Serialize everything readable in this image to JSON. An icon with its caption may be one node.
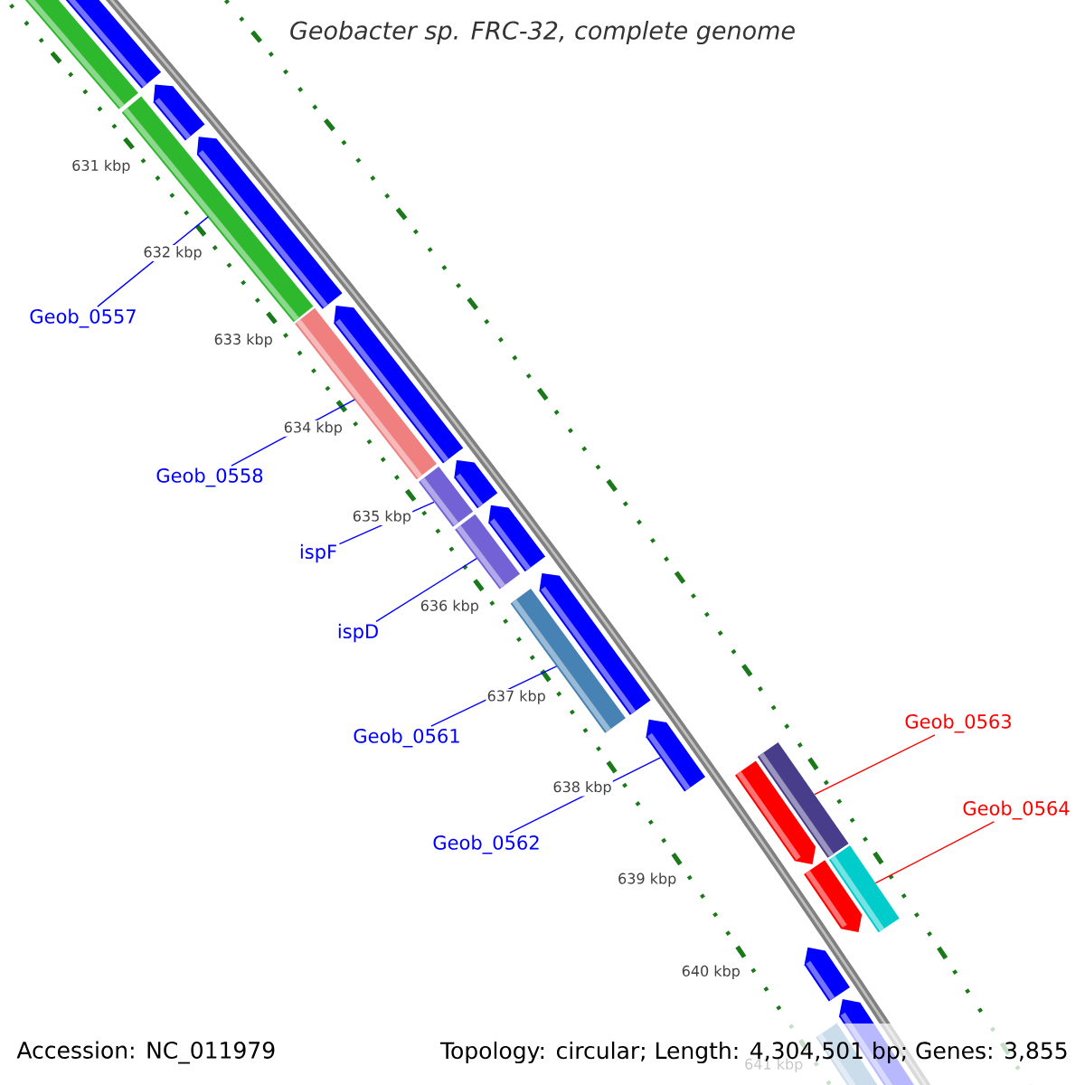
{
  "diagram": {
    "title": "Geobacter sp. FRC-32, complete genome",
    "nodes": [
      {
        "text": [
          "Geob_0557"
        ]
      },
      {
        "text": [
          "Geob_0558"
        ]
      },
      {
        "text": [
          "ispF"
        ]
      },
      {
        "text": [
          "ispD"
        ]
      },
      {
        "text": [
          "Geob_0561"
        ]
      },
      {
        "text": [
          "Geob_0562"
        ]
      },
      {
        "text": [
          "Geob_0563"
        ]
      },
      {
        "text": [
          "Geob_0564"
        ]
      },
      {
        "text": [],
        "shape": "bar"
      },
      {
        "text": [],
        "shape": "bar"
      },
      {
        "text": [],
        "shape": "bar"
      },
      {
        "text": [],
        "shape": "bar"
      },
      {
        "text": [],
        "shape": "bar"
      },
      {
        "text": [],
        "shape": "bar"
      },
      {
        "text": [],
        "shape": "bar"
      },
      {
        "text": [],
        "shape": "bar"
      },
      {
        "text": [],
        "shape": "bar"
      },
      {
        "text": [],
        "shape": "bar"
      },
      {
        "text": [],
        "shape": "bar"
      },
      {
        "text": [],
        "shape": "bar"
      },
      {
        "text": [],
        "shape": "bar"
      },
      {
        "text": [],
        "shape": "bar"
      },
      {
        "text": [],
        "shape": "bar"
      },
      {
        "text": [],
        "shape": "bar"
      },
      {
        "text": [],
        "shape": "bar"
      },
      {
        "text": [],
        "shape": "bar"
      },
      {
        "text": [],
        "shape": "bar"
      },
      {
        "text": [],
        "shape": "bar"
      },
      {
        "text": [],
        "shape": "bar"
      }
    ],
    "edges": [
      {
        "from": 0,
        "to": 11,
        "arrow": "none"
      },
      {
        "from": 1,
        "to": 13,
        "arrow": "none"
      },
      {
        "from": 2,
        "to": 15,
        "arrow": "none"
      },
      {
        "from": 3,
        "to": 17,
        "arrow": "none"
      },
      {
        "from": 4,
        "to": 20,
        "arrow": "none"
      },
      {
        "from": 5,
        "to": 21,
        "arrow": "none"
      },
      {
        "from": 6,
        "to": 22,
        "arrow": "none",
        "color": "#ff0000"
      },
      {
        "from": 7,
        "to": 24,
        "arrow": "none",
        "color": "#ff0000"
      }
    ],
    "labels": [
      "631 kbp",
      "632 kbp",
      "633 kbp",
      "634 kbp",
      "635 kbp",
      "636 kbp",
      "637 kbp",
      "638 kbp",
      "639 kbp",
      "640 kbp",
      "641 kbp",
      "Accession: NC_011979",
      "Topology: circular; Length: 4,304,501 bp; Genes: 3,855"
    ]
  }
}
